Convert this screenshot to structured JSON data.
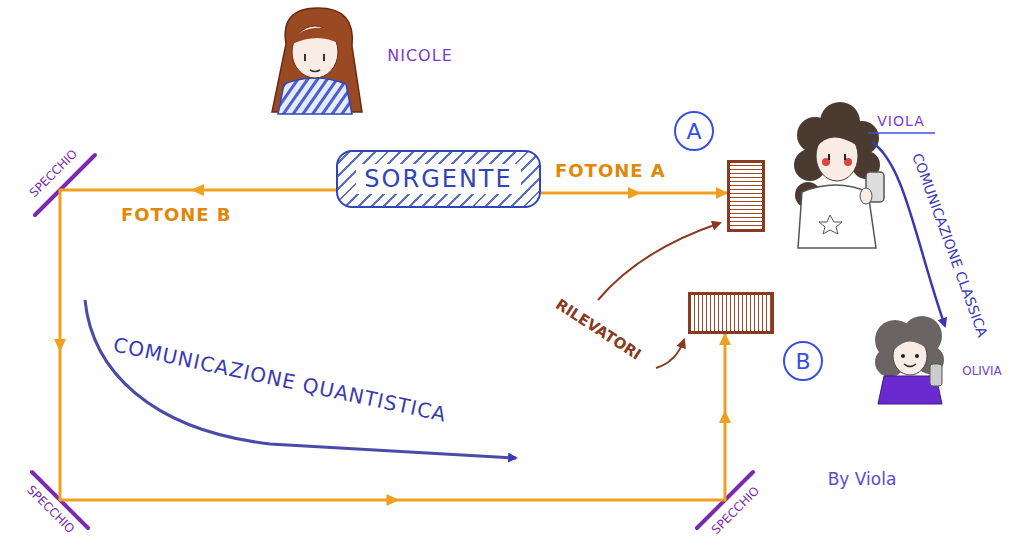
{
  "diagram": {
    "nodes": [
      {
        "text": [
          "SORGENTE"
        ]
      },
      {
        "text": [
          "A"
        ]
      },
      {
        "text": [
          "B"
        ]
      }
    ],
    "edges": [
      {
        "from": 0,
        "to": 1,
        "arrow": "to",
        "label": "FOTONE A"
      },
      {
        "from": 0,
        "to": 2,
        "arrow": "to",
        "label": "FOTONE B"
      }
    ],
    "labels": [
      "NICOLE",
      "SPECCHIO",
      "SPECCHIO",
      "SPECCHIO",
      "RILEVATORI",
      "VIOLA",
      "COMUNICAZIONE CLASSICA",
      "OLIVIA",
      "COMUNICAZIONE QUANTISTICA",
      "By Viola"
    ]
  }
}
